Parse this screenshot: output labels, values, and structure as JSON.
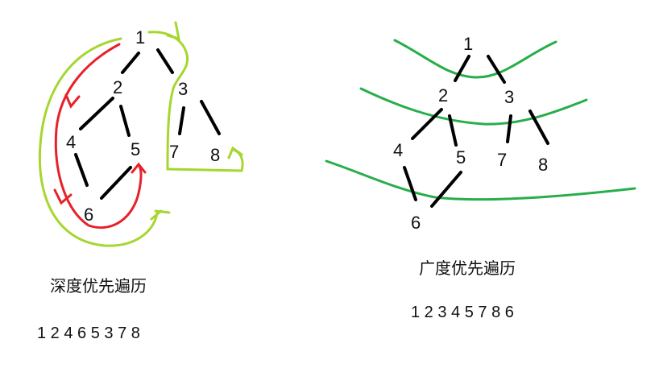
{
  "colors": {
    "edge": "#000000",
    "dfs_outer": "#a6d62f",
    "dfs_inner": "#e8202a",
    "bfs_level": "#27ae4a"
  },
  "dfs": {
    "nodes": [
      "1",
      "2",
      "3",
      "4",
      "5",
      "6",
      "7",
      "8"
    ],
    "caption": "深度优先遍历",
    "sequence": "1 2 4 6 5 3 7 8"
  },
  "bfs": {
    "nodes": [
      "1",
      "2",
      "3",
      "4",
      "5",
      "6",
      "7",
      "8"
    ],
    "caption": "广度优先遍历",
    "sequence": "1 2 3 4 5 7 8 6"
  }
}
